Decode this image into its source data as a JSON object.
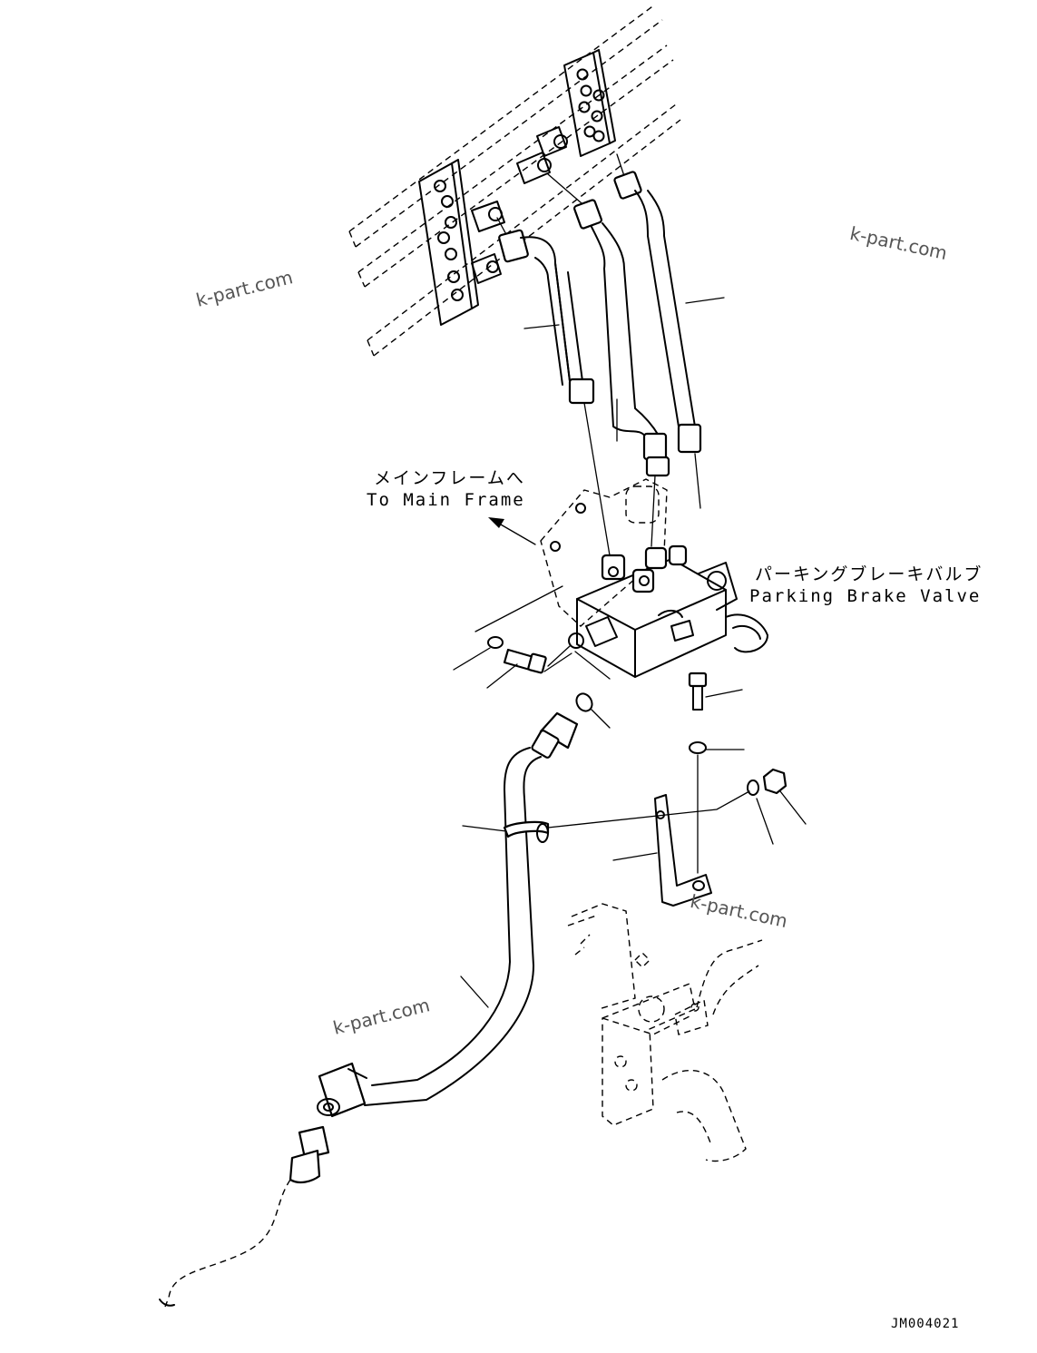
{
  "labels": {
    "main_frame_jp": "メインフレームへ",
    "main_frame_en": "To Main Frame",
    "valve_jp": "パーキングブレーキバルブ",
    "valve_en": "Parking Brake Valve"
  },
  "watermark": "k-part.com",
  "drawing_code": "JM004021",
  "colors": {
    "line": "#000000",
    "background": "#ffffff",
    "watermark": "#555555"
  }
}
